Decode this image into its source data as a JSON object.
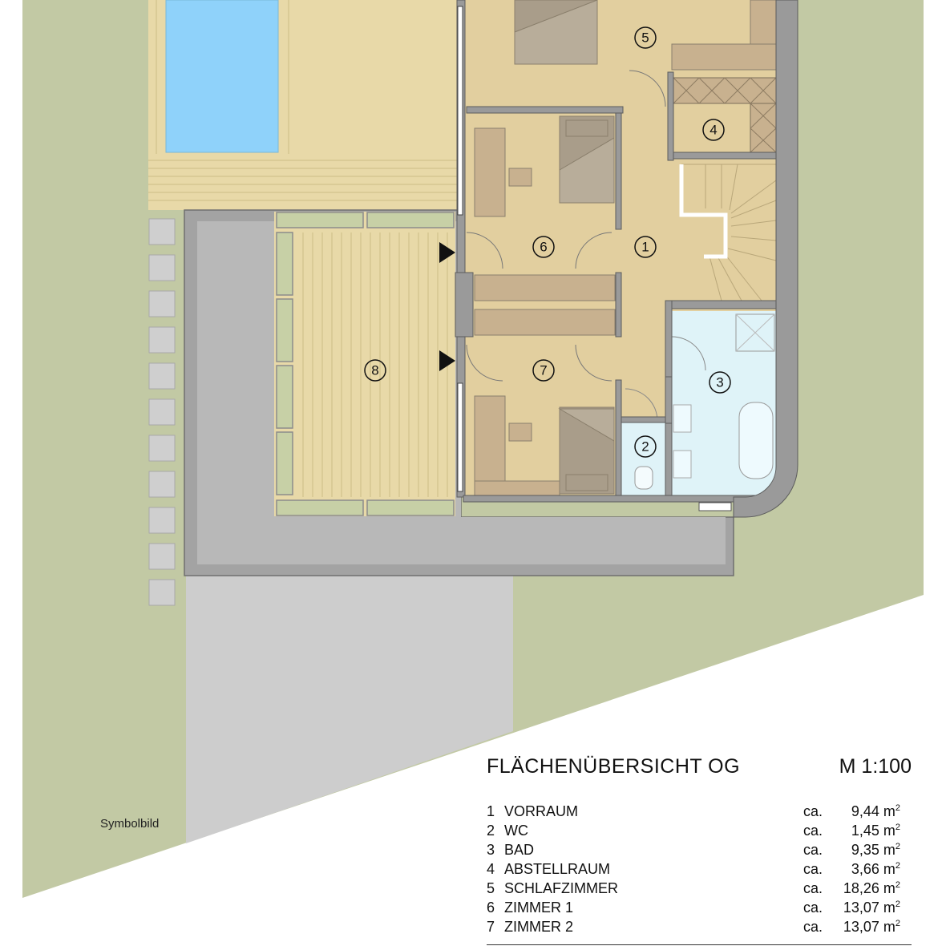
{
  "plan": {
    "symbol_label": "Symbolbild",
    "room_markers": [
      {
        "id": "m1",
        "text": "1"
      },
      {
        "id": "m2",
        "text": "2"
      },
      {
        "id": "m3",
        "text": "3"
      },
      {
        "id": "m4",
        "text": "4"
      },
      {
        "id": "m5",
        "text": "5"
      },
      {
        "id": "m6",
        "text": "6"
      },
      {
        "id": "m7",
        "text": "7"
      },
      {
        "id": "m8",
        "text": "8"
      }
    ],
    "colors": {
      "lawn": "#c2c9a4",
      "pool_water": "#8fd2fa",
      "deck": "#e8d9a8",
      "room_floor": "#e2cf9f",
      "bath_tile": "#dff3f8",
      "wall": "#9a9a9a",
      "terrace_frame": "#a3a3a3",
      "driveway": "#cdcdcd",
      "furniture": "#a99d8a"
    }
  },
  "summary": {
    "title": "FLÄCHENÜBERSICHT OG",
    "scale": "M 1:100",
    "unit": "m",
    "unit_exponent": "2",
    "rows": [
      {
        "nr": "1",
        "name": "VORRAUM",
        "ca": "ca.",
        "area": "9,44"
      },
      {
        "nr": "2",
        "name": "WC",
        "ca": "ca.",
        "area": "1,45"
      },
      {
        "nr": "3",
        "name": "BAD",
        "ca": "ca.",
        "area": "9,35"
      },
      {
        "nr": "4",
        "name": "ABSTELLRAUM",
        "ca": "ca.",
        "area": "3,66"
      },
      {
        "nr": "5",
        "name": "SCHLAFZIMMER",
        "ca": "ca.",
        "area": "18,26"
      },
      {
        "nr": "6",
        "name": "ZIMMER 1",
        "ca": "ca.",
        "area": "13,07"
      },
      {
        "nr": "7",
        "name": "ZIMMER 2",
        "ca": "ca.",
        "area": "13,07"
      }
    ]
  }
}
